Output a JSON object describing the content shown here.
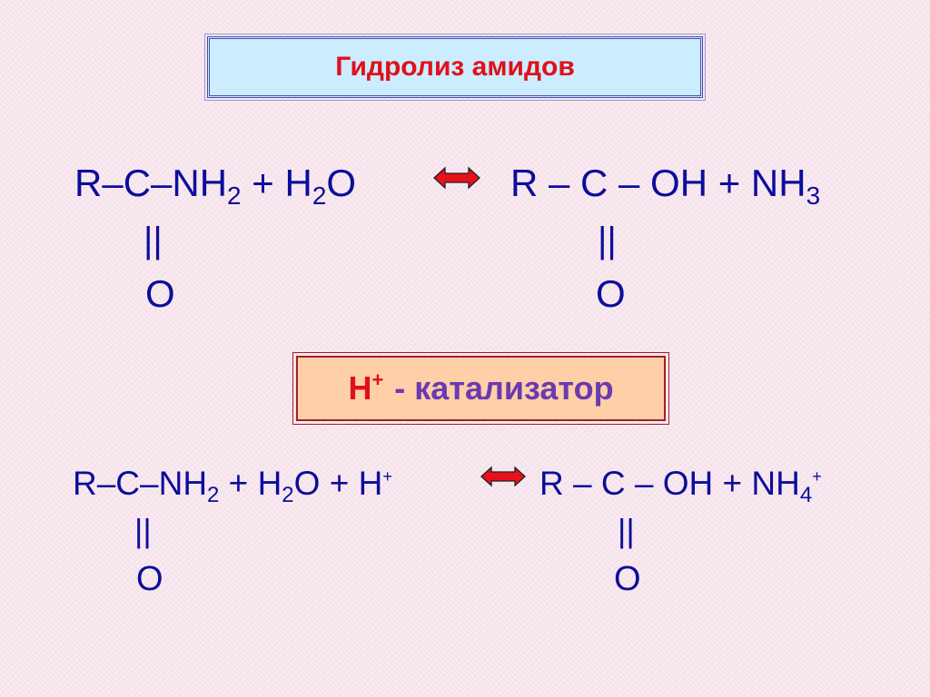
{
  "title": "Гидролиз амидов",
  "reaction1": {
    "left_a": "R–C–NH",
    "left_sub_a": "2",
    "left_b": " + H",
    "left_sub_b": "2",
    "left_c": "O",
    "right_a": "R – C – OH + NH",
    "right_sub": "3",
    "bond_left": "||",
    "bond_right": "||",
    "oxygen_left": "O",
    "oxygen_right": "O"
  },
  "catalyst": {
    "h": "H",
    "h_sup": "+",
    "label": "- катализатор"
  },
  "reaction2": {
    "left_a": "R–C–NH",
    "left_sub_a": "2",
    "left_b": " + H",
    "left_sub_b": "2",
    "left_c": "O + H",
    "left_sup": "+",
    "right_a": "R – C – OH + NH",
    "right_sub": "4",
    "right_sup": "+",
    "bond_left": "||",
    "bond_right": "||",
    "oxygen_left": "O",
    "oxygen_right": "O"
  },
  "colors": {
    "title": "#e0101a",
    "formula": "#0d0d9a",
    "catalyst_h": "#e0101a",
    "catalyst_text": "#6a3ab0",
    "arrow_fill": "#e8101a",
    "title_box_bg": "#ccecff",
    "catalyst_box_bg": "#ffcfa8"
  },
  "icons": [
    "equilibrium-arrow-icon"
  ]
}
